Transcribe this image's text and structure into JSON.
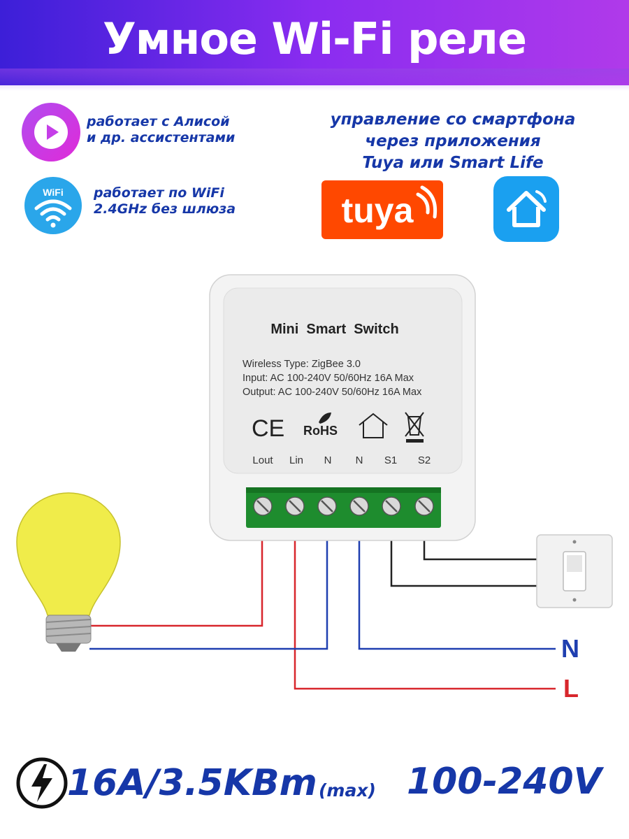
{
  "header": {
    "title": "Умное Wi-Fi реле"
  },
  "features": [
    {
      "icon": "alice-icon",
      "line1": "работает с Алисой",
      "line2": "и др. ассистентами"
    },
    {
      "icon": "wifi-icon",
      "icon_label": "WiFi",
      "line1": "работает по WiFi",
      "line2": "2.4GHz без шлюза"
    }
  ],
  "control": {
    "line1": "управление со смартфона",
    "line2": "через приложения",
    "line3": "Tuya или  Smart Life",
    "apps": [
      {
        "name": "tuya",
        "label": "tuya",
        "color": "#ff4800"
      },
      {
        "name": "smart-life",
        "icon": "home-icon",
        "color": "#1aa0f0"
      }
    ]
  },
  "device": {
    "title": "Mini  Smart  Switch",
    "spec1": "Wireless Type: ZigBee 3.0",
    "spec2": "Input: AC 100-240V 50/60Hz 16A Max",
    "spec3": "Output: AC 100-240V 50/60Hz 16A Max",
    "cert_ce": "CE",
    "cert_rohs": "RoHS",
    "terminals": [
      "Lout",
      "Lin",
      "N",
      "N",
      "S1",
      "S2"
    ]
  },
  "wiring": {
    "neutral_label": "N",
    "line_label": "L",
    "colors": {
      "line": "#d8262c",
      "neutral": "#1f3fb0",
      "switch": "#222222"
    }
  },
  "bottom": {
    "power": "16A/3.5KBm",
    "max": "(max)",
    "voltage": "100-240V"
  },
  "colors": {
    "accent": "#1637a8",
    "terminal_block": "#1e8c2e",
    "bulb": "#f0ec4a"
  }
}
